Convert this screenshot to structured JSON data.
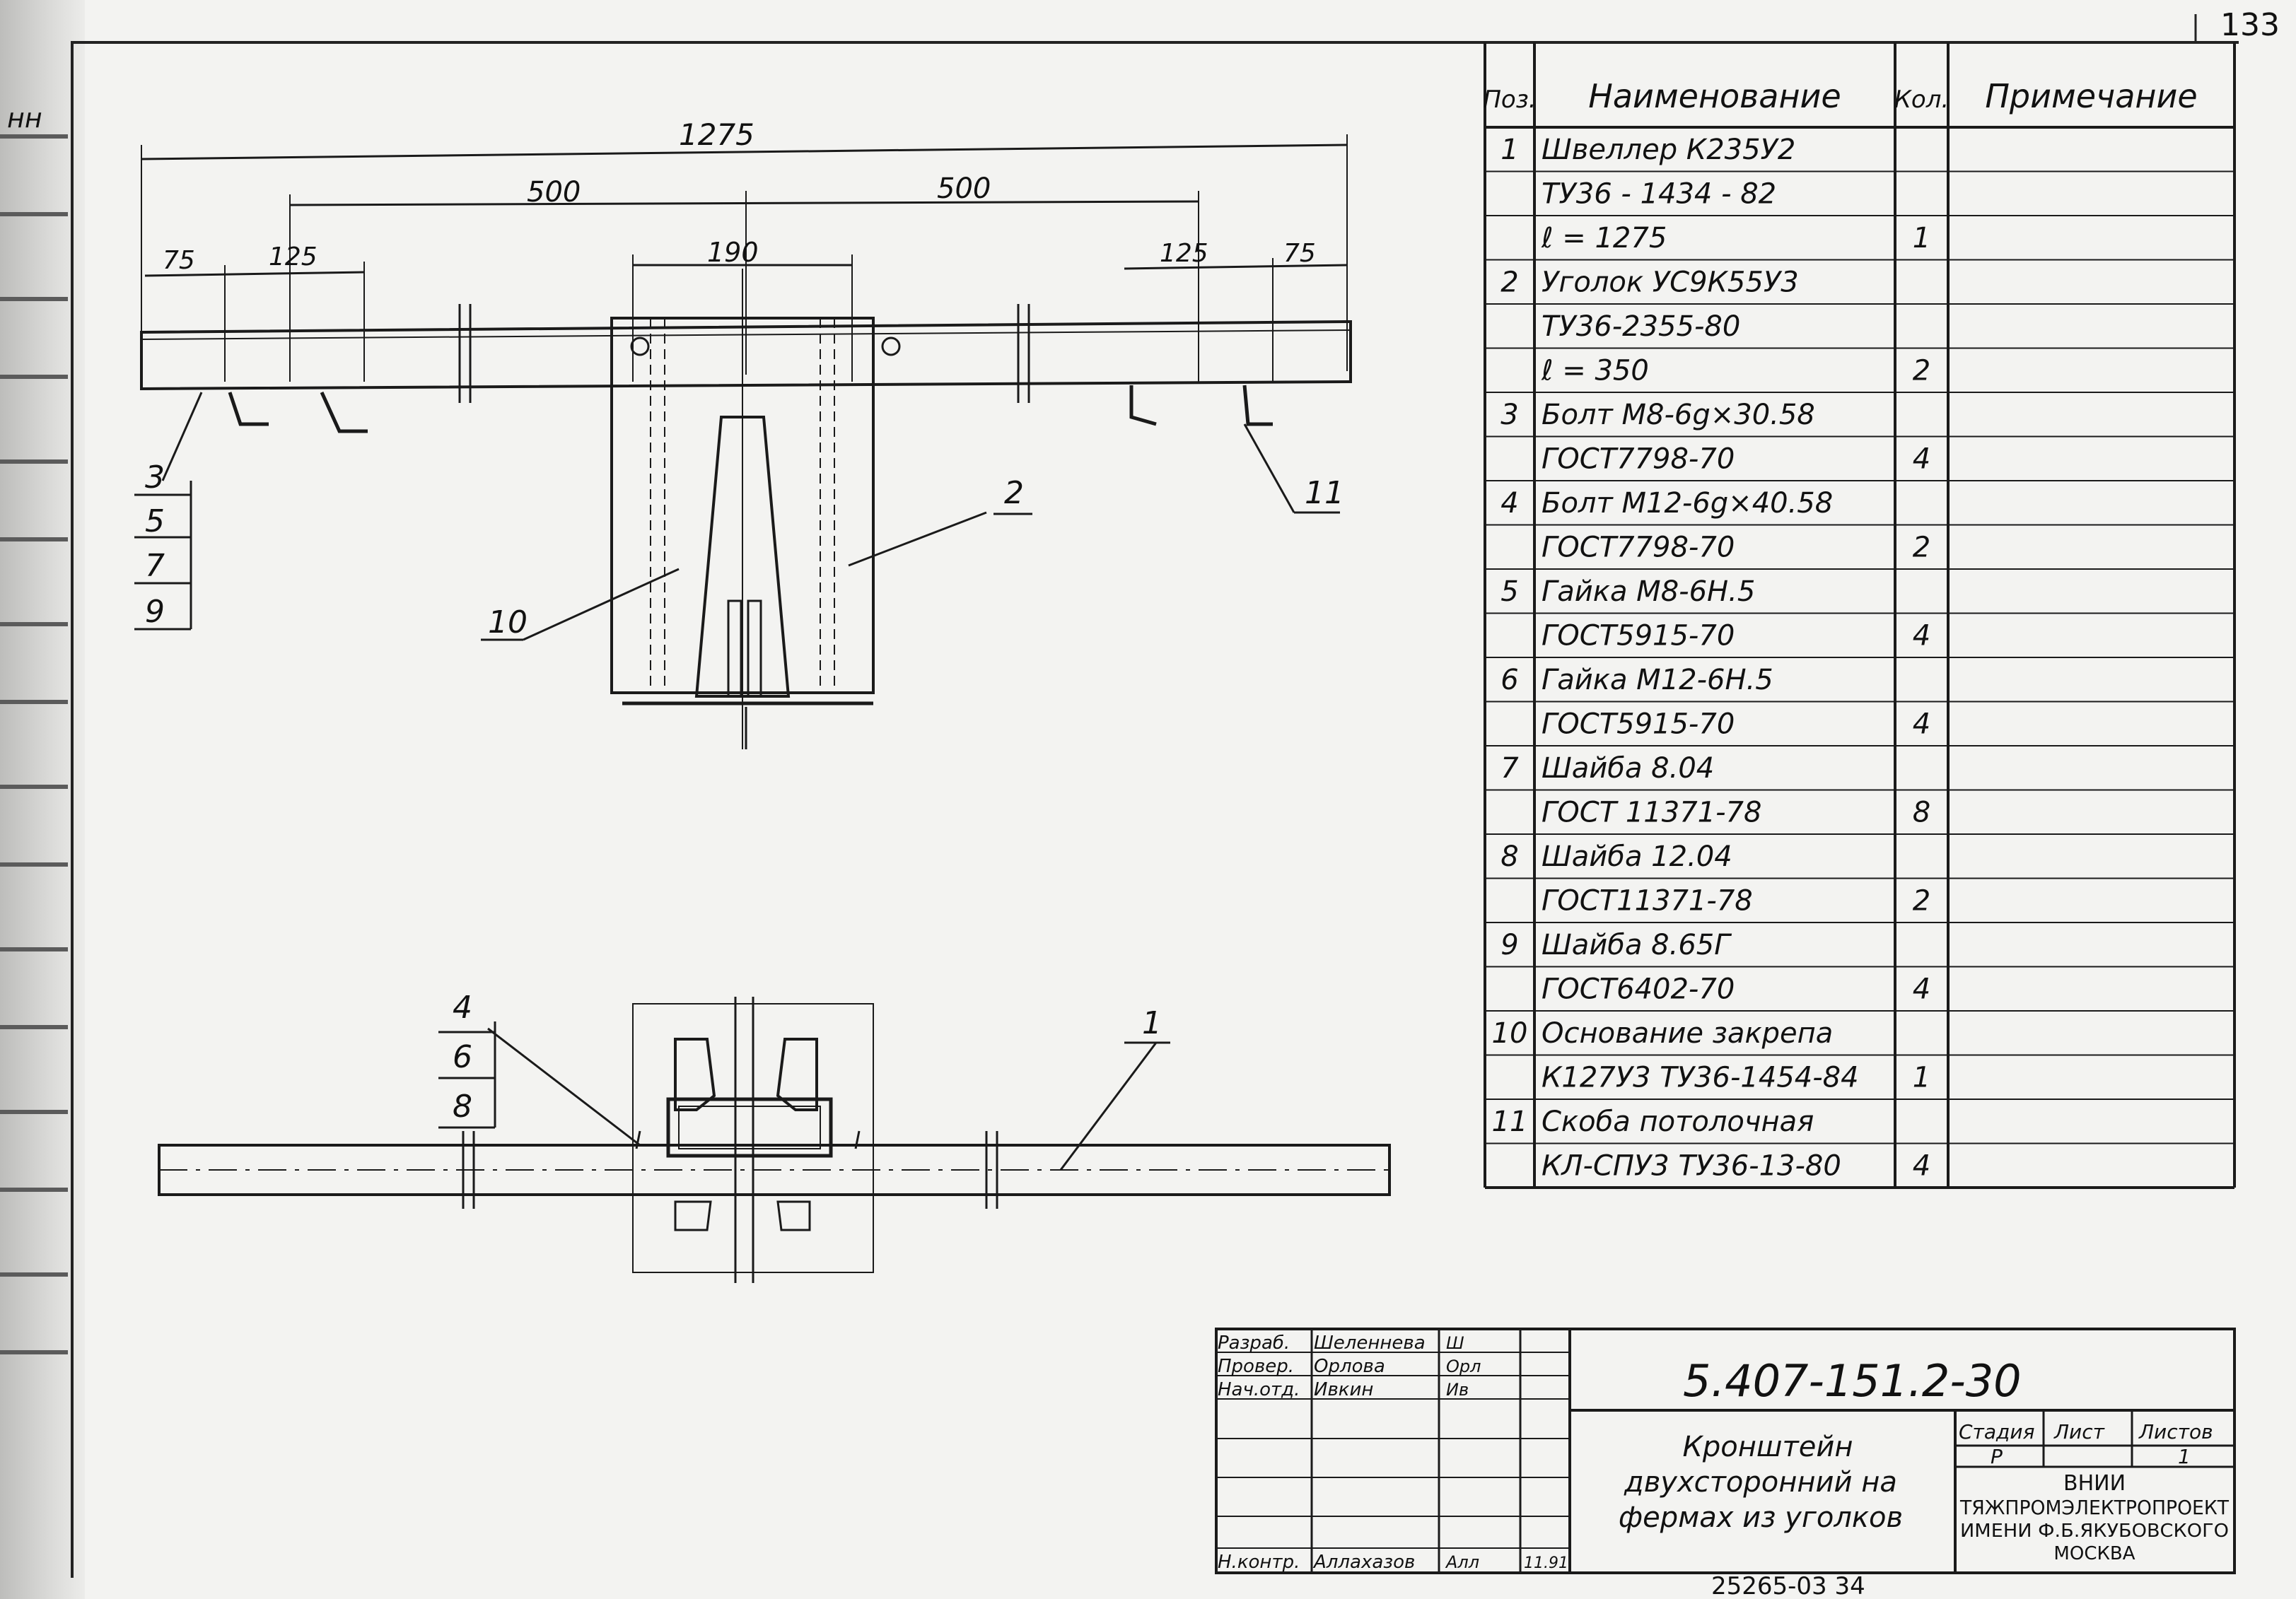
{
  "page_number": "133",
  "drawing": {
    "dims": {
      "overall": "1275",
      "left_500": "500",
      "right_500": "500",
      "left_75": "75",
      "left_125": "125",
      "center_190": "190",
      "right_125": "125",
      "right_75": "75"
    },
    "callouts": {
      "stack_left": [
        "3",
        "5",
        "7",
        "9"
      ],
      "stack_bottom": [
        "4",
        "6",
        "8"
      ],
      "pos_2": "2",
      "pos_10": "10",
      "pos_11": "11",
      "pos_1": "1"
    }
  },
  "spec_table": {
    "headers": [
      "Поз.",
      "Наименование",
      "Кол.",
      "Примечание"
    ],
    "rows": [
      [
        "1",
        "Швеллер К235У2",
        ""
      ],
      [
        "",
        "ТУ36 - 1434 - 82",
        ""
      ],
      [
        "",
        "ℓ = 1275",
        "1"
      ],
      [
        "2",
        "Уголок УС9К55У3",
        ""
      ],
      [
        "",
        "ТУ36-2355-80",
        ""
      ],
      [
        "",
        "ℓ = 350",
        "2"
      ],
      [
        "3",
        "Болт М8-6g×30.58",
        ""
      ],
      [
        "",
        "ГОСТ7798-70",
        "4"
      ],
      [
        "4",
        "Болт М12-6g×40.58",
        ""
      ],
      [
        "",
        "ГОСТ7798-70",
        "2"
      ],
      [
        "5",
        "Гайка М8-6Н.5",
        ""
      ],
      [
        "",
        "ГОСТ5915-70",
        "4"
      ],
      [
        "6",
        "Гайка М12-6Н.5",
        ""
      ],
      [
        "",
        "ГОСТ5915-70",
        "4"
      ],
      [
        "7",
        "Шайба 8.04",
        ""
      ],
      [
        "",
        "ГОСТ 11371-78",
        "8"
      ],
      [
        "8",
        "Шайба 12.04",
        ""
      ],
      [
        "",
        "ГОСТ11371-78",
        "2"
      ],
      [
        "9",
        "Шайба 8.65Г",
        ""
      ],
      [
        "",
        "ГОСТ6402-70",
        "4"
      ],
      [
        "10",
        "Основание закрепа",
        ""
      ],
      [
        "",
        "К127У3 ТУ36-1454-84",
        "1"
      ],
      [
        "11",
        "Скоба потолочная",
        ""
      ],
      [
        "",
        "КЛ-СПУ3 ТУ36-13-80",
        "4"
      ]
    ]
  },
  "title_block": {
    "roles": [
      {
        "role": "Разраб.",
        "name": "Шеленнева",
        "sign": "Ш"
      },
      {
        "role": "Провер.",
        "name": "Орлова",
        "sign": "Орл"
      },
      {
        "role": "Нач.отд.",
        "name": "Ивкин",
        "sign": "Ив"
      }
    ],
    "norm_control": {
      "role": "Н.контр.",
      "name": "Аллахазов",
      "sign": "Алл",
      "date": "11.91"
    },
    "code": "5.407-151.2-30",
    "title_lines": [
      "Кронштейн",
      "двухсторонний на",
      "фермах из уголков"
    ],
    "stage_header": "Стадия",
    "sheet_header": "Лист",
    "sheets_header": "Листов",
    "stage": "Р",
    "sheets": "1",
    "org_lines": [
      "ВНИИ",
      "ТЯЖПРОМЭЛЕКТРОПРОЕКТ",
      "ИМЕНИ Ф.Б.ЯКУБОВСКОГО",
      "МОСКВА"
    ],
    "archive_no": "25265-03 34"
  },
  "left_margin": {
    "fragment": "нн"
  }
}
